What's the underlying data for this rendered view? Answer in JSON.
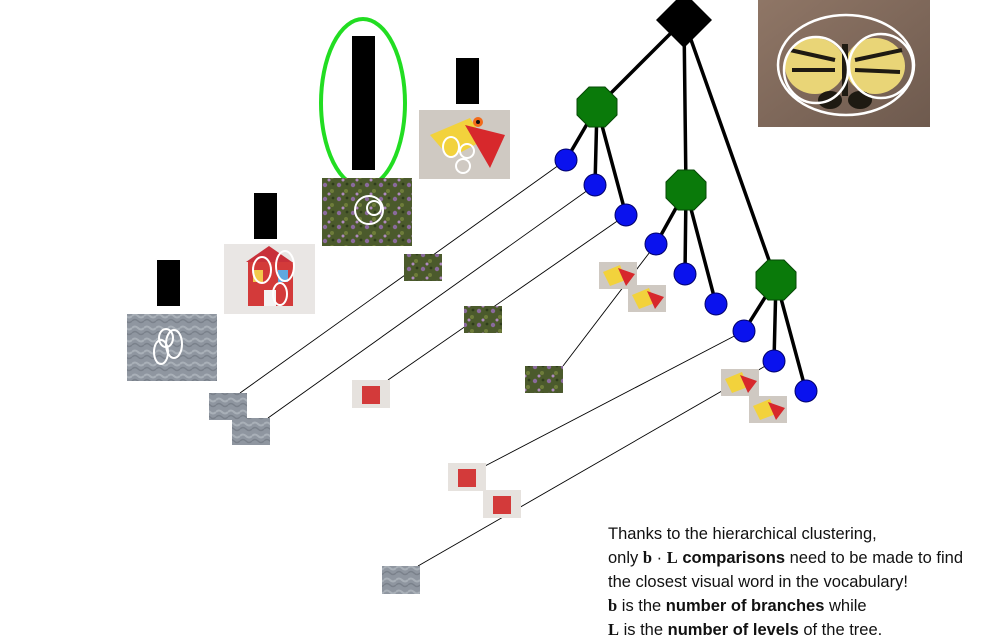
{
  "colors": {
    "root_node": "#000000",
    "internal_node": "#0a7a0a",
    "leaf_node": "#0000ff",
    "highlight": "#22dd22",
    "edge": "#000000"
  },
  "diagram": {
    "type": "vocabulary-tree",
    "root_shape": "diamond",
    "internal_shape": "octagon",
    "leaf_shape": "circle",
    "branches_per_node": 3,
    "levels": 2,
    "images": [
      {
        "subject": "butterfly",
        "descriptor_regions": 2
      },
      {
        "subject": "grey-stone-texture",
        "descriptor_regions": 3
      },
      {
        "subject": "red-toy-house",
        "descriptor_regions": 3
      },
      {
        "subject": "flowers-in-garden",
        "descriptor_regions": 2,
        "highlighted": true
      },
      {
        "subject": "toy-bird",
        "descriptor_regions": 3
      }
    ]
  },
  "caption": {
    "line1": "Thanks to the hierarchical clustering,",
    "line2_pre": "only ",
    "line2_b": "b",
    "line2_dot": " · ",
    "line2_L": "L",
    "line2_bold": " comparisons",
    "line2_post": " need to be made to find",
    "line3": "the closest visual word in the vocabulary!",
    "line4_b": "b",
    "line4_mid": " is the ",
    "line4_bold": "number of branches",
    "line4_post": " while",
    "line5_L": "L",
    "line5_mid": " is the ",
    "line5_bold": "number of levels",
    "line5_post": " of the tree."
  }
}
